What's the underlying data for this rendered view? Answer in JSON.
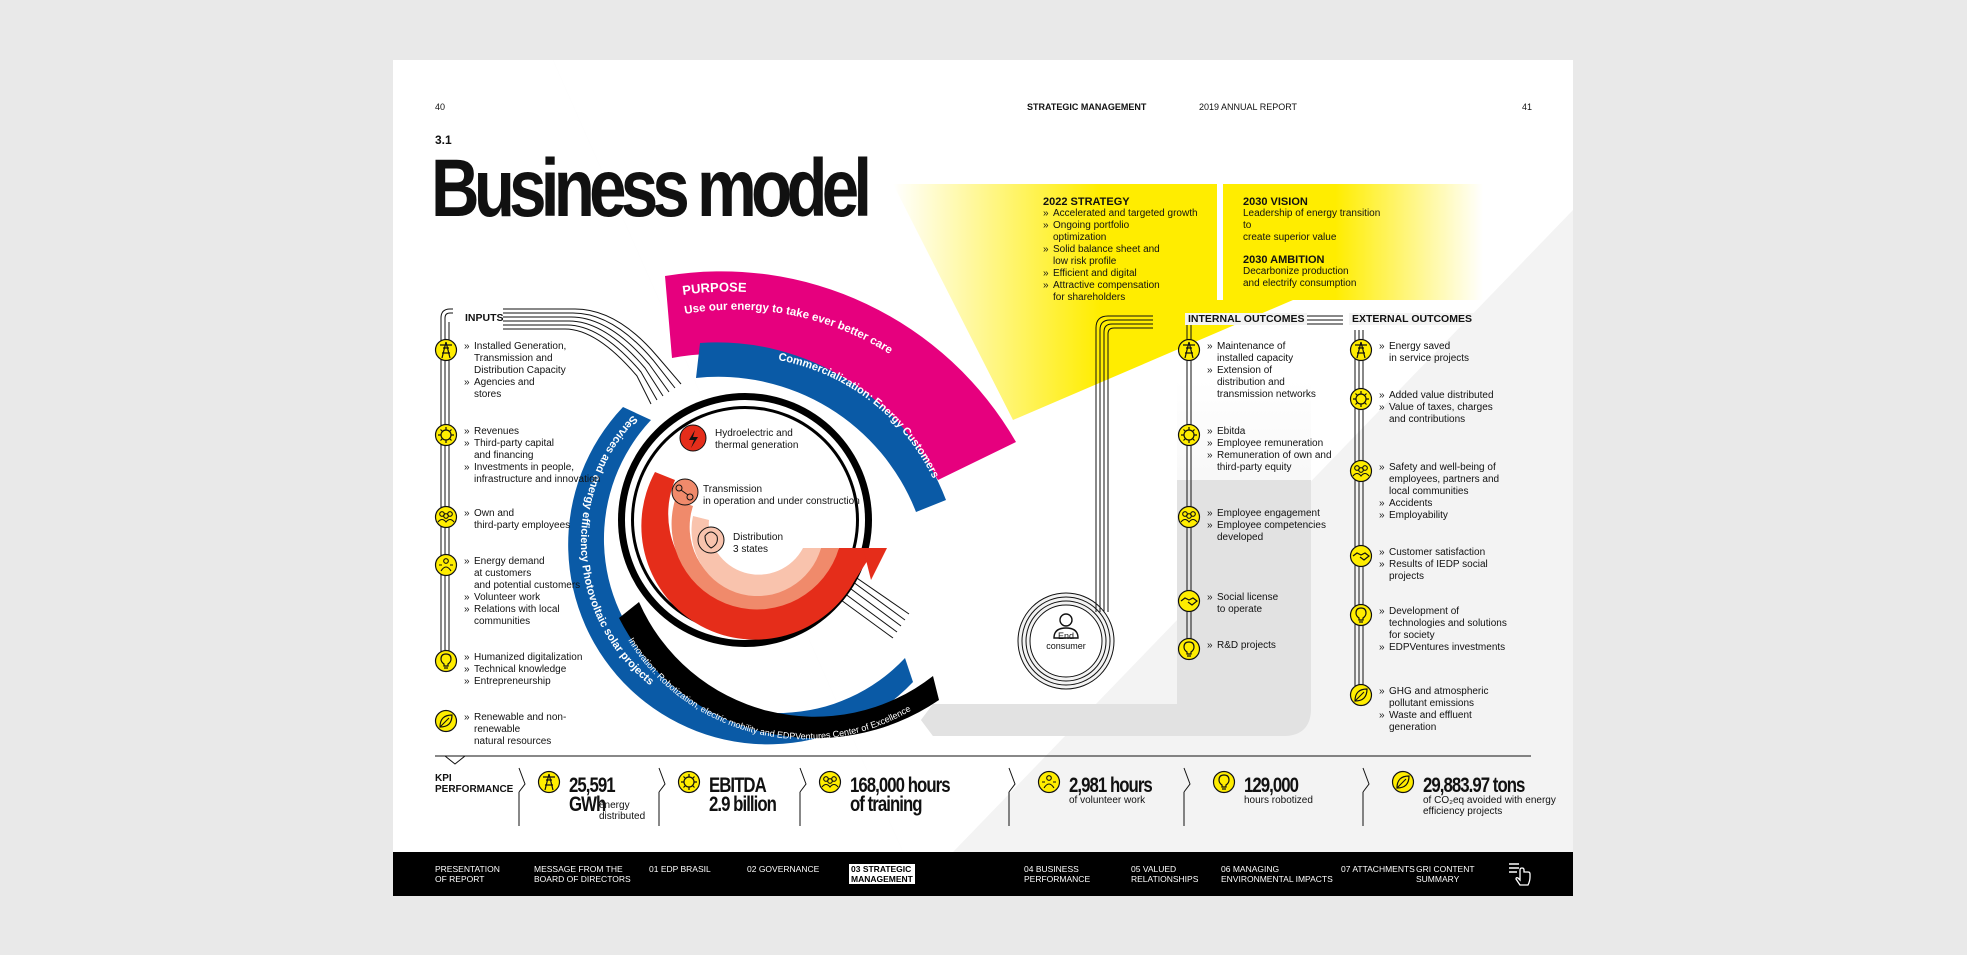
{
  "header": {
    "page_left": "40",
    "page_right": "41",
    "section_label": "STRATEGIC MANAGEMENT",
    "report_label": "2019 ANNUAL REPORT"
  },
  "title": {
    "number": "3.1",
    "text": "Business model"
  },
  "purpose": {
    "label": "PURPOSE",
    "text": "Use our energy to take ever better care"
  },
  "rings": {
    "commercialization": "Commercialization: Energy Customers",
    "services": "Services and energy efficiency Photovoltaic solar projects",
    "innovation": "Innovation: Robotization, electric mobility and EDPVentures Center of Excellence"
  },
  "core": {
    "generation": [
      "Hydroelectric and",
      "thermal generation"
    ],
    "transmission": [
      "Transmission",
      "in operation and under construction"
    ],
    "distribution": [
      "Distribution",
      "3 states"
    ]
  },
  "end_consumer": [
    "End",
    "consumer"
  ],
  "strategy": {
    "s2022_title": "2022 STRATEGY",
    "s2022_items": [
      {
        "b": true,
        "t": "Accelerated and targeted growth"
      },
      {
        "b": true,
        "t": "Ongoing portfolio"
      },
      {
        "b": false,
        "t": "optimization"
      },
      {
        "b": true,
        "t": "Solid balance sheet and"
      },
      {
        "b": false,
        "t": "low risk profile"
      },
      {
        "b": true,
        "t": "Efficient and digital"
      },
      {
        "b": true,
        "t": "Attractive compensation"
      },
      {
        "b": false,
        "t": "for shareholders"
      }
    ],
    "vision_title": "2030 VISION",
    "vision_lines": [
      "Leadership of energy transition",
      "to",
      "create superior value"
    ],
    "ambition_title": "2030 AMBITION",
    "ambition_lines": [
      "Decarbonize production",
      "and electrify consumption"
    ]
  },
  "inputs": {
    "title": "INPUTS",
    "groups": [
      {
        "icon": "tower-icon",
        "items": [
          {
            "b": true,
            "t": "Installed Generation,"
          },
          {
            "b": false,
            "t": "Transmission and"
          },
          {
            "b": false,
            "t": "Distribution Capacity"
          },
          {
            "b": true,
            "t": "Agencies and"
          },
          {
            "b": false,
            "t": "stores"
          }
        ]
      },
      {
        "icon": "gear-money-icon",
        "items": [
          {
            "b": true,
            "t": "Revenues"
          },
          {
            "b": true,
            "t": "Third-party capital"
          },
          {
            "b": false,
            "t": "and financing"
          },
          {
            "b": true,
            "t": "Investments in people,"
          },
          {
            "b": false,
            "t": "infrastructure and innovation"
          }
        ]
      },
      {
        "icon": "people-icon",
        "items": [
          {
            "b": true,
            "t": "Own and"
          },
          {
            "b": false,
            "t": "third-party employees"
          }
        ]
      },
      {
        "icon": "demand-icon",
        "items": [
          {
            "b": true,
            "t": "Energy demand"
          },
          {
            "b": false,
            "t": "at customers"
          },
          {
            "b": false,
            "t": "and potential customers"
          },
          {
            "b": true,
            "t": "Volunteer work"
          },
          {
            "b": true,
            "t": "Relations with local"
          },
          {
            "b": false,
            "t": "communities"
          }
        ]
      },
      {
        "icon": "lightbulb-icon",
        "items": [
          {
            "b": true,
            "t": "Humanized digitalization"
          },
          {
            "b": true,
            "t": "Technical knowledge"
          },
          {
            "b": true,
            "t": "Entrepreneurship"
          }
        ]
      },
      {
        "icon": "leaf-icon",
        "items": [
          {
            "b": true,
            "t": "Renewable and non-"
          },
          {
            "b": false,
            "t": "renewable"
          },
          {
            "b": false,
            "t": "natural resources"
          }
        ]
      }
    ]
  },
  "internal": {
    "title": "INTERNAL OUTCOMES",
    "groups": [
      {
        "icon": "tower-icon",
        "items": [
          {
            "b": true,
            "t": "Maintenance of"
          },
          {
            "b": false,
            "t": "installed capacity"
          },
          {
            "b": true,
            "t": "Extension of"
          },
          {
            "b": false,
            "t": "distribution and"
          },
          {
            "b": false,
            "t": "transmission networks"
          }
        ]
      },
      {
        "icon": "gear-money-icon",
        "items": [
          {
            "b": true,
            "t": "Ebitda"
          },
          {
            "b": true,
            "t": "Employee remuneration"
          },
          {
            "b": true,
            "t": "Remuneration of own and"
          },
          {
            "b": false,
            "t": "third-party equity"
          }
        ]
      },
      {
        "icon": "people-icon",
        "items": [
          {
            "b": true,
            "t": "Employee engagement"
          },
          {
            "b": true,
            "t": "Employee competencies"
          },
          {
            "b": false,
            "t": "developed"
          }
        ]
      },
      {
        "icon": "handshake-icon",
        "items": [
          {
            "b": true,
            "t": "Social license"
          },
          {
            "b": false,
            "t": "to operate"
          }
        ]
      },
      {
        "icon": "lightbulb-icon",
        "items": [
          {
            "b": true,
            "t": "R&D projects"
          }
        ]
      }
    ]
  },
  "external": {
    "title": "EXTERNAL OUTCOMES",
    "groups": [
      {
        "icon": "tower-icon",
        "items": [
          {
            "b": true,
            "t": "Energy saved"
          },
          {
            "b": false,
            "t": "in service projects"
          }
        ]
      },
      {
        "icon": "gear-money-icon",
        "items": [
          {
            "b": true,
            "t": "Added value distributed"
          },
          {
            "b": true,
            "t": "Value of taxes, charges"
          },
          {
            "b": false,
            "t": "and contributions"
          }
        ]
      },
      {
        "icon": "people-icon",
        "items": [
          {
            "b": true,
            "t": "Safety and well-being of"
          },
          {
            "b": false,
            "t": "employees, partners and"
          },
          {
            "b": false,
            "t": "local communities"
          },
          {
            "b": true,
            "t": "Accidents"
          },
          {
            "b": true,
            "t": "Employability"
          }
        ]
      },
      {
        "icon": "handshake-icon",
        "items": [
          {
            "b": true,
            "t": "Customer satisfaction"
          },
          {
            "b": true,
            "t": "Results of IEDP social"
          },
          {
            "b": false,
            "t": "projects"
          }
        ]
      },
      {
        "icon": "lightbulb-icon",
        "items": [
          {
            "b": true,
            "t": "Development of"
          },
          {
            "b": false,
            "t": "technologies and solutions"
          },
          {
            "b": false,
            "t": "for society"
          },
          {
            "b": true,
            "t": "EDPVentures investments"
          }
        ]
      },
      {
        "icon": "leaf-icon",
        "items": [
          {
            "b": true,
            "t": "GHG and atmospheric"
          },
          {
            "b": false,
            "t": "pollutant emissions"
          },
          {
            "b": true,
            "t": "Waste and effluent"
          },
          {
            "b": false,
            "t": "generation"
          }
        ]
      }
    ]
  },
  "kpi": {
    "label": [
      "KPI",
      "PERFORMANCE"
    ],
    "items": [
      {
        "icon": "tower-icon",
        "big": [
          "25,591",
          "GWh"
        ],
        "small": [
          "energy",
          "distributed"
        ]
      },
      {
        "icon": "gear-money-icon",
        "big": [
          "EBITDA",
          "2.9 billion"
        ],
        "small": []
      },
      {
        "icon": "people-icon",
        "big": [
          "168,000 hours",
          "of training"
        ],
        "small": []
      },
      {
        "icon": "demand-icon",
        "big": [
          "2,981 hours"
        ],
        "small": [
          "of volunteer work"
        ]
      },
      {
        "icon": "lightbulb-icon",
        "big": [
          "129,000"
        ],
        "small": [
          "hours robotized"
        ]
      },
      {
        "icon": "leaf-icon",
        "big": [
          "29,883.97 tons"
        ],
        "small": [
          "of CO₂eq avoided with energy",
          "efficiency projects"
        ]
      }
    ]
  },
  "footer": {
    "nav": [
      [
        "PRESENTATION",
        "OF REPORT"
      ],
      [
        "MESSAGE FROM THE",
        "BOARD OF DIRECTORS"
      ],
      [
        "01 EDP BRASIL"
      ],
      [
        "02 GOVERNANCE"
      ],
      [
        "03 STRATEGIC",
        "MANAGEMENT"
      ],
      [
        "04 BUSINESS",
        "PERFORMANCE"
      ],
      [
        "05 VALUED",
        "RELATIONSHIPS"
      ],
      [
        "06 MANAGING",
        "ENVIRONMENTAL IMPACTS"
      ],
      [
        "07 ATTACHMENTS"
      ],
      [
        "GRI CONTENT",
        "SUMMARY"
      ]
    ],
    "active_index": 4
  },
  "colors": {
    "magenta": "#e6007e",
    "blue": "#0a5aa6",
    "yellow": "#ffed00",
    "red": "#e52d1a",
    "black": "#000000"
  }
}
